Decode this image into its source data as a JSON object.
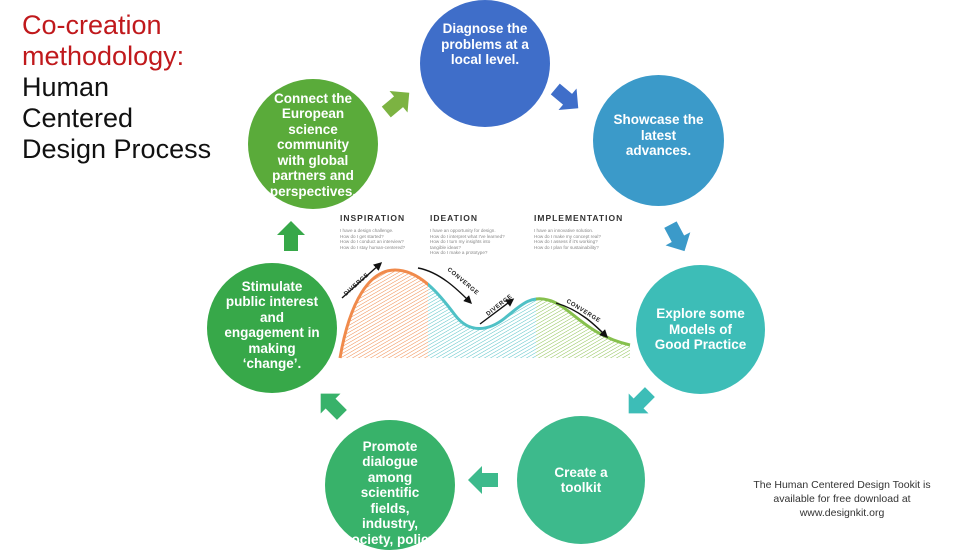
{
  "title": {
    "line1": "Co-creation",
    "line2": "methodology:",
    "line3": "Human",
    "line4": "Centered",
    "line5": "Design Process"
  },
  "colors": {
    "title_red": "#c0191c",
    "diagnose": "#3f6ec9",
    "showcase": "#3b9ac9",
    "explore": "#3dbdb7",
    "toolkit": "#3dba8c",
    "promote": "#38b26a",
    "stimulate": "#37a849",
    "connect": "#5aab3a"
  },
  "cycle": [
    {
      "id": "diagnose",
      "text": "Diagnose the\nproblems at a\nlocal level."
    },
    {
      "id": "showcase",
      "text": "Showcase the\nlatest\nadvances."
    },
    {
      "id": "explore",
      "text": "Explore some\nModels of\nGood Practice"
    },
    {
      "id": "toolkit",
      "text": "Create a\ntoolkit"
    },
    {
      "id": "promote",
      "text": "Promote\ndialogue\namong\nscientific\nfields,\nindustry,\nsociety, policy"
    },
    {
      "id": "stimulate",
      "text": "Stimulate\npublic interest\nand\nengagement in\nmaking\n‘change’."
    },
    {
      "id": "connect",
      "text": "Connect the\nEuropean\nscience\ncommunity\nwith global\npartners and\nperspectives."
    }
  ],
  "phases": [
    {
      "title": "INSPIRATION",
      "text": "I have a design challenge.\nHow do I get started?\nHow do I conduct an interview?\nHow do I stay human-centered?"
    },
    {
      "title": "IDEATION",
      "text": "I have an opportunity for design.\nHow do I interpret what I've learned?\nHow do I turn my insights into\ntangible ideas?\nHow do I make a prototype?"
    },
    {
      "title": "IMPLEMENTATION",
      "text": "I have an innovative solution.\nHow do I make my concept real?\nHow do I assess if it's working?\nHow do I plan for sustainability?"
    }
  ],
  "curve_labels": {
    "diverge1": "DIVERGE",
    "converge1": "CONVERGE",
    "diverge2": "DIVERGE",
    "converge2": "CONVERGE"
  },
  "footnote": "The Human Centered Design Tookit is\navailable for free download at\nwww.designkit.org"
}
